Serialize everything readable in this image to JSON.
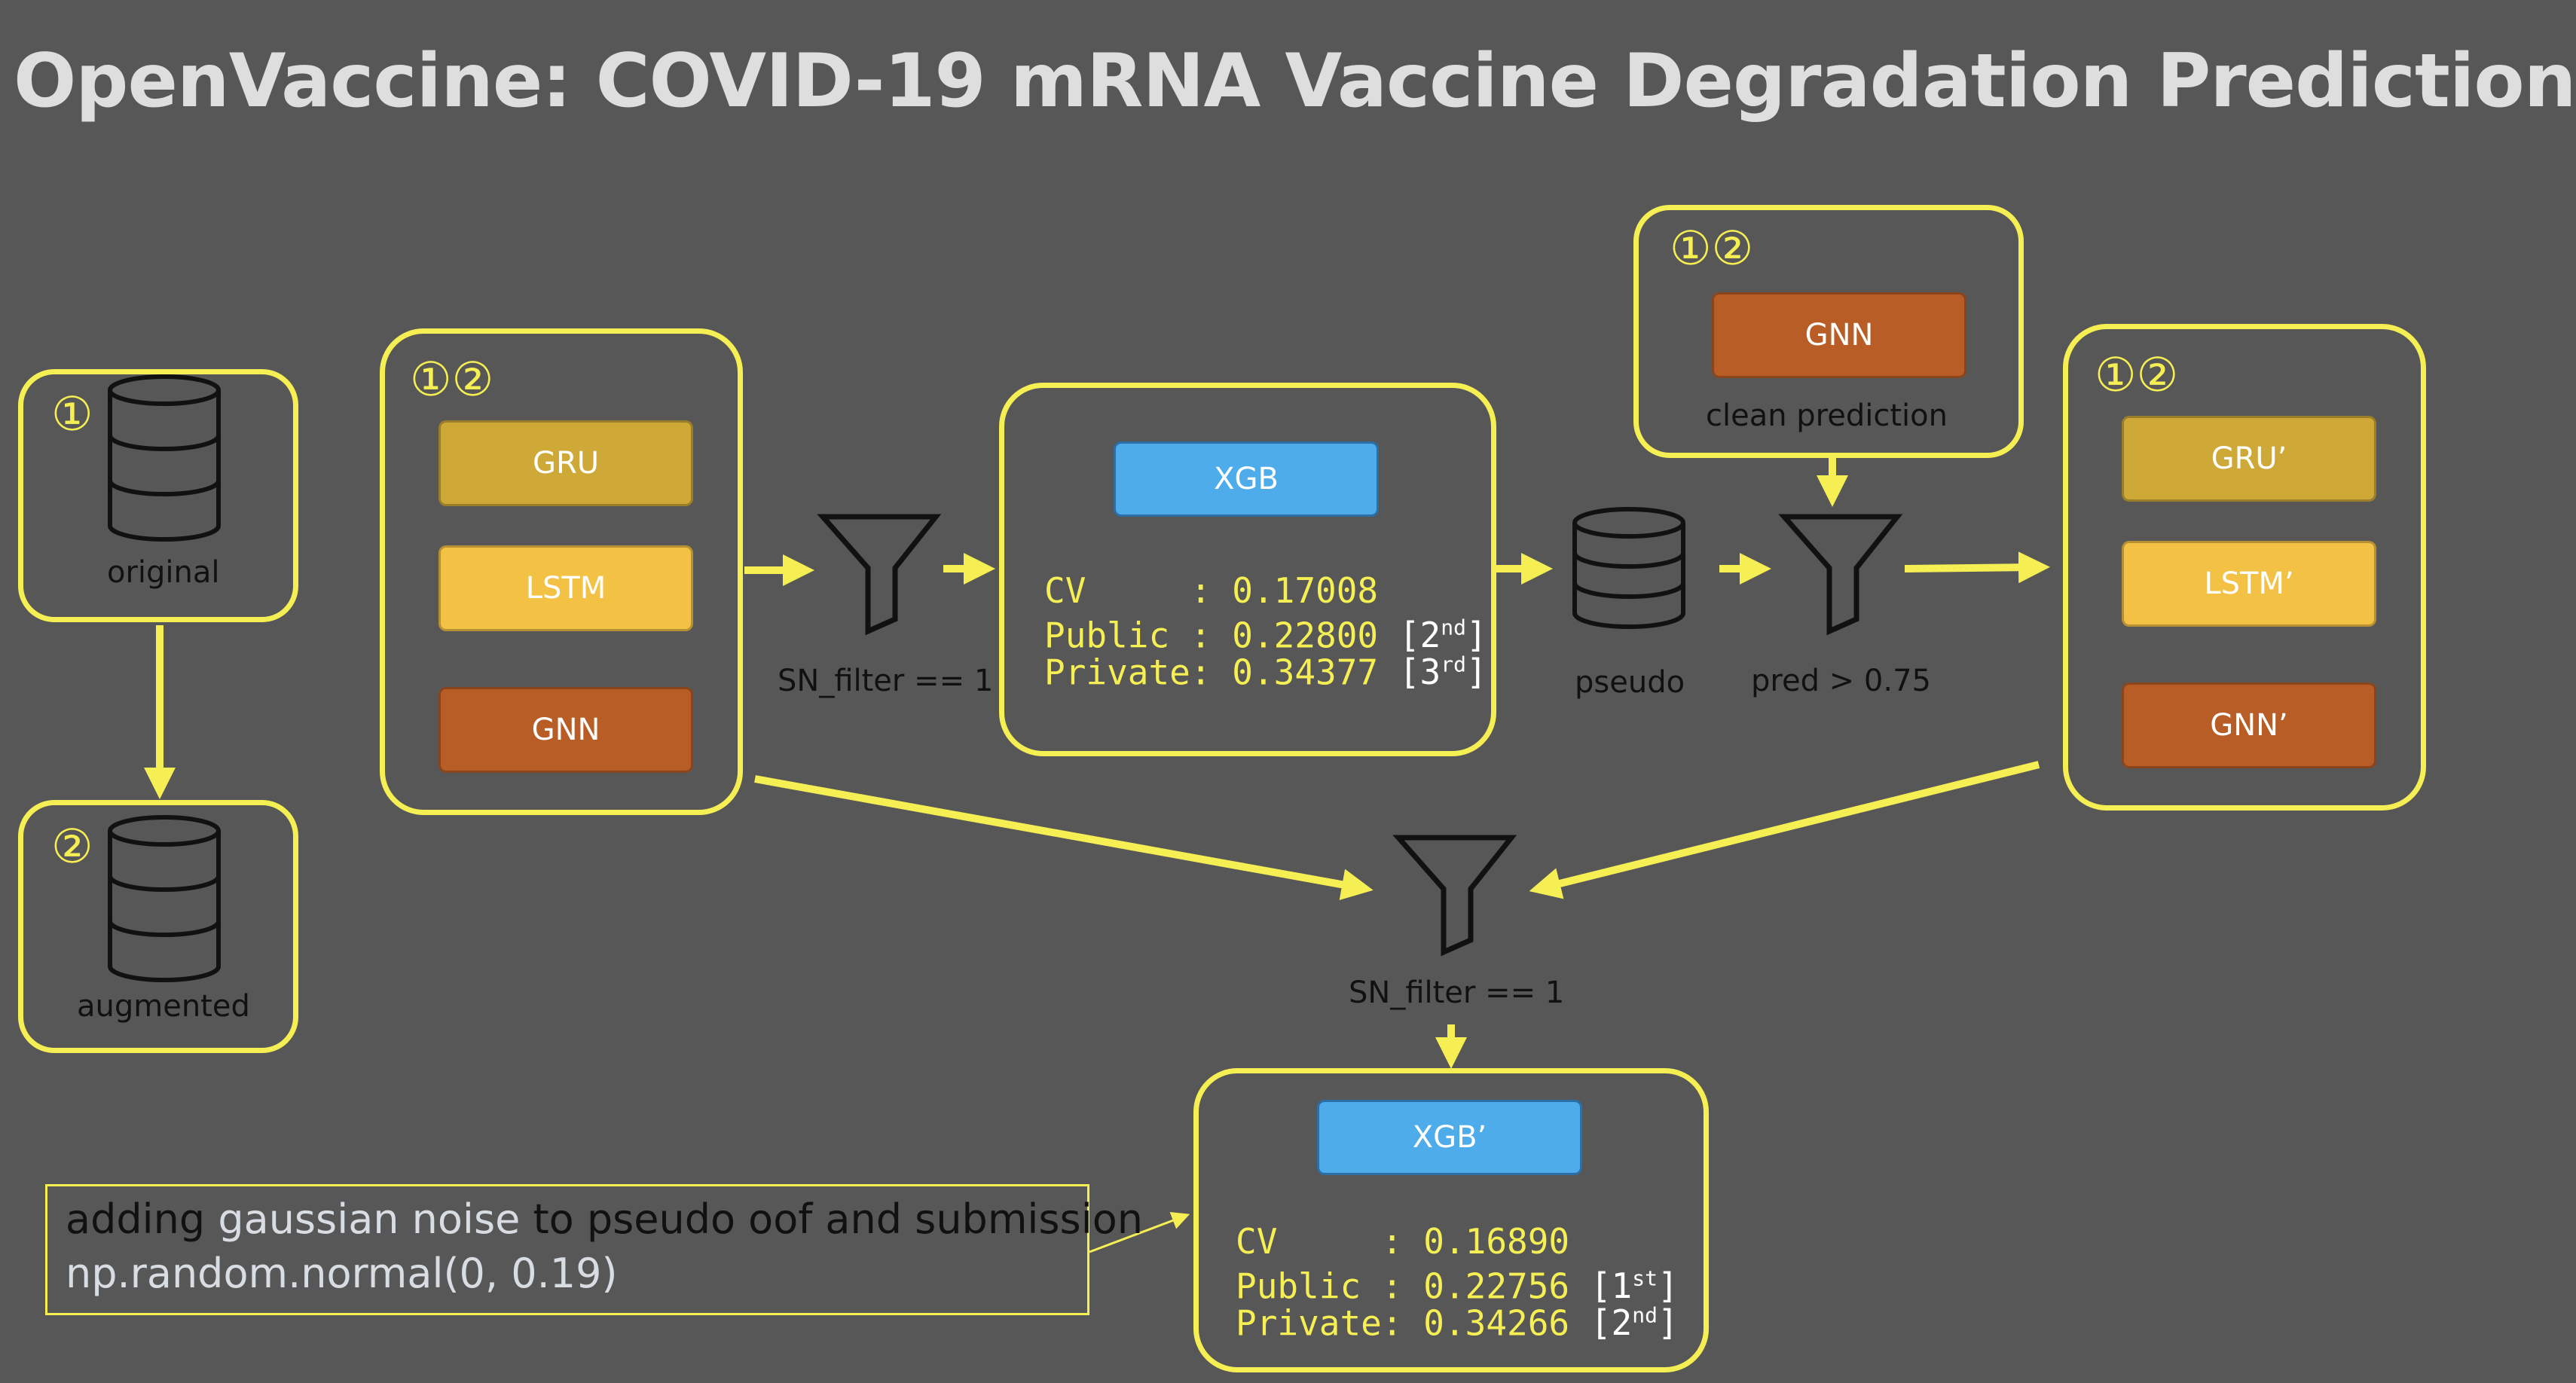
{
  "title": "OpenVaccine: COVID-19 mRNA Vaccine Degradation Prediction",
  "colors": {
    "background": "#575757",
    "accent": "#f5ef54",
    "gru": "#cfa937",
    "lstm": "#f3c143",
    "gnn": "#b85d26",
    "xgb": "#4eaceb"
  },
  "datasets": {
    "original": {
      "badge": "①",
      "label": "original",
      "icon": "database-icon"
    },
    "augmented": {
      "badge": "②",
      "label": "augmented",
      "icon": "database-icon"
    }
  },
  "stage1": {
    "badge": "①②",
    "models": [
      "GRU",
      "LSTM",
      "GNN"
    ]
  },
  "filter1": {
    "label": "SN_filter == 1",
    "icon": "funnel-icon"
  },
  "xgb1": {
    "label": "XGB",
    "cv_label": "CV     :",
    "cv": "0.17008",
    "public_label": "Public :",
    "public": "0.22800",
    "public_rank_num": "2",
    "public_rank_sup": "nd",
    "private_label": "Private:",
    "private": "0.34377",
    "private_rank_num": "3",
    "private_rank_sup": "rd"
  },
  "pseudo": {
    "label": "pseudo",
    "icon": "database-icon"
  },
  "clean": {
    "badge": "①②",
    "model": "GNN",
    "label": "clean prediction"
  },
  "filter2": {
    "label": "pred > 0.75",
    "icon": "funnel-icon"
  },
  "stage2": {
    "badge": "①②",
    "models": [
      "GRU’",
      "LSTM’",
      "GNN’"
    ]
  },
  "filter3": {
    "label": "SN_filter == 1",
    "icon": "funnel-icon"
  },
  "xgb2": {
    "label": "XGB’",
    "cv_label": "CV     :",
    "cv": "0.16890",
    "public_label": "Public :",
    "public": "0.22756",
    "public_rank_num": "1",
    "public_rank_sup": "st",
    "private_label": "Private:",
    "private": "0.34266",
    "private_rank_num": "2",
    "private_rank_sup": "nd"
  },
  "note": {
    "pre": "adding ",
    "highlight": "gaussian noise",
    "post": " to pseudo oof and submission",
    "code": "np.random.normal(0, 0.19)"
  }
}
